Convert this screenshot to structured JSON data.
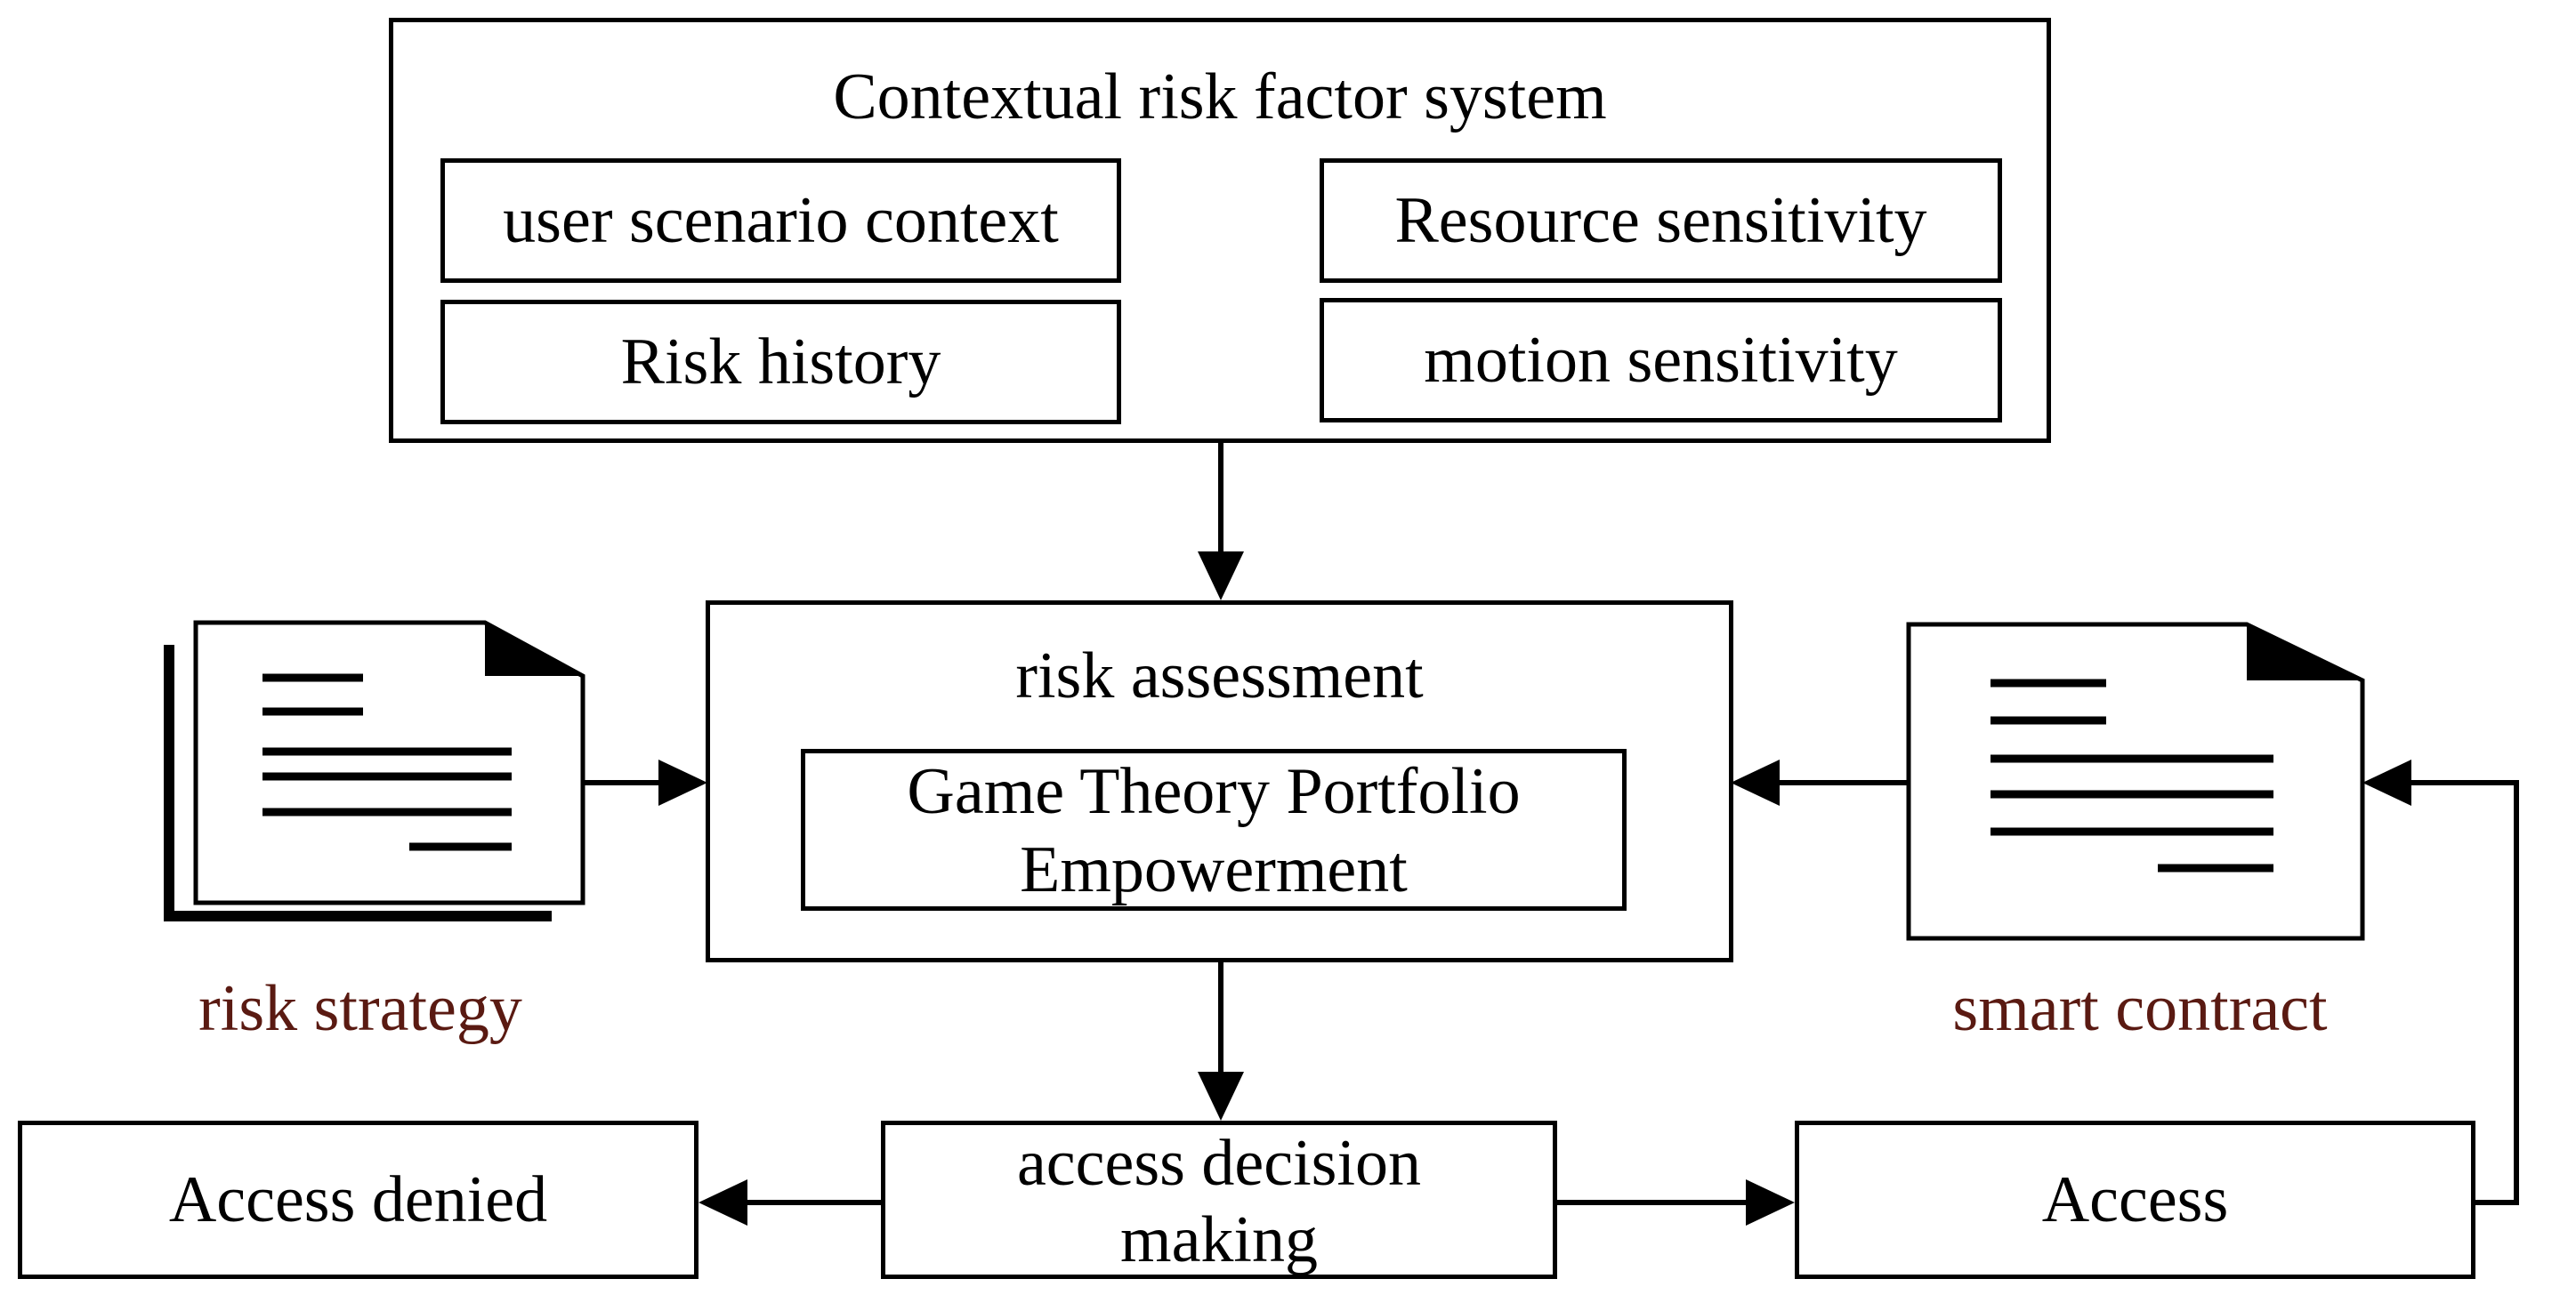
{
  "context_system": {
    "title": "Contextual risk factor system",
    "factors": [
      "user scenario context",
      "Resource sensitivity",
      "Risk history",
      "motion sensitivity"
    ]
  },
  "risk_assessment": {
    "title": "risk assessment",
    "inner_line1": "Game Theory Portfolio",
    "inner_line2": "Empowerment"
  },
  "risk_strategy": {
    "caption": "risk strategy",
    "icon": "document-stack-icon"
  },
  "smart_contract": {
    "caption": "smart contract",
    "icon": "document-icon"
  },
  "decision": {
    "line1": "access decision",
    "line2": "making"
  },
  "outcomes": {
    "denied": "Access denied",
    "granted": "Access"
  },
  "colors": {
    "caption": "#5a1a12",
    "stroke": "#000000"
  }
}
